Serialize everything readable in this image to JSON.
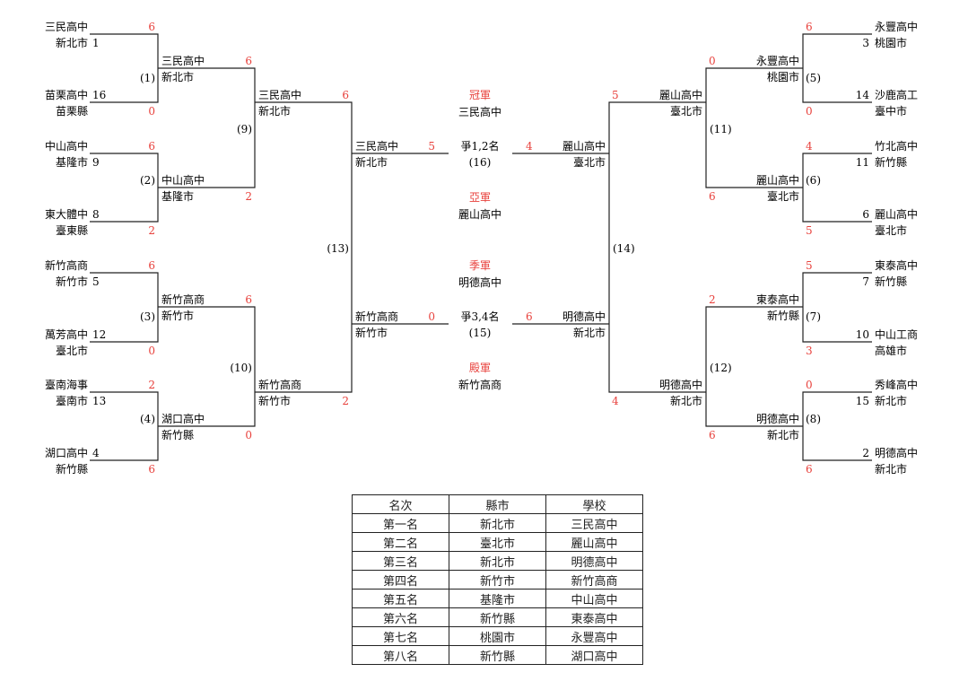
{
  "teams": {
    "l1": {
      "name": "三民高中",
      "city": "新北市",
      "seed": "1"
    },
    "l16": {
      "name": "苗栗高中",
      "city": "苗栗縣",
      "seed": "16"
    },
    "l9": {
      "name": "中山高中",
      "city": "基隆市",
      "seed": "9"
    },
    "l8": {
      "name": "東大體中",
      "city": "臺東縣",
      "seed": "8"
    },
    "l5": {
      "name": "新竹高商",
      "city": "新竹市",
      "seed": "5"
    },
    "l12": {
      "name": "萬芳高中",
      "city": "臺北市",
      "seed": "12"
    },
    "l13": {
      "name": "臺南海事",
      "city": "臺南市",
      "seed": "13"
    },
    "l4": {
      "name": "湖口高中",
      "city": "新竹縣",
      "seed": "4"
    },
    "r3": {
      "name": "永豐高中",
      "city": "桃園市",
      "seed": "3"
    },
    "r14": {
      "name": "沙鹿高工",
      "city": "臺中市",
      "seed": "14"
    },
    "r11": {
      "name": "竹北高中",
      "city": "新竹縣",
      "seed": "11"
    },
    "r6": {
      "name": "麗山高中",
      "city": "臺北市",
      "seed": "6"
    },
    "r7": {
      "name": "東泰高中",
      "city": "新竹縣",
      "seed": "7"
    },
    "r10": {
      "name": "中山工商",
      "city": "高雄市",
      "seed": "10"
    },
    "r15": {
      "name": "秀峰高中",
      "city": "新北市",
      "seed": "15"
    },
    "r2": {
      "name": "明德高中",
      "city": "新北市",
      "seed": "2"
    }
  },
  "scores": {
    "m1": [
      "6",
      "0"
    ],
    "m2": [
      "6",
      "2"
    ],
    "m3": [
      "6",
      "0"
    ],
    "m4": [
      "2",
      "6"
    ],
    "m5": [
      "6",
      "0"
    ],
    "m6": [
      "4",
      "5"
    ],
    "m7": [
      "5",
      "3"
    ],
    "m8": [
      "0",
      "6"
    ],
    "m9": [
      "6",
      "2"
    ],
    "m10": [
      "6",
      "0"
    ],
    "m11": [
      "0",
      "6"
    ],
    "m12": [
      "2",
      "6"
    ],
    "m13": [
      "6",
      "2"
    ],
    "m14": [
      "5",
      "4"
    ],
    "m16": [
      "5",
      "4"
    ],
    "m15": [
      "0",
      "6"
    ]
  },
  "match_labels": {
    "m1": "(1)",
    "m2": "(2)",
    "m3": "(3)",
    "m4": "(4)",
    "m5": "(5)",
    "m6": "(6)",
    "m7": "(7)",
    "m8": "(8)",
    "m9": "(9)",
    "m10": "(10)",
    "m11": "(11)",
    "m12": "(12)",
    "m13": "(13)",
    "m14": "(14)",
    "m15": "(15)",
    "m16": "(16)"
  },
  "finals": {
    "final_title": "爭1,2名",
    "third_title": "爭3,4名"
  },
  "awards": {
    "champion": {
      "title": "冠軍",
      "school": "三民高中"
    },
    "runner_up": {
      "title": "亞軍",
      "school": "麗山高中"
    },
    "third": {
      "title": "季軍",
      "school": "明德高中"
    },
    "fourth": {
      "title": "殿軍",
      "school": "新竹高商"
    }
  },
  "standings": {
    "headers": [
      "名次",
      "縣市",
      "學校"
    ],
    "rows": [
      [
        "第一名",
        "新北市",
        "三民高中"
      ],
      [
        "第二名",
        "臺北市",
        "麗山高中"
      ],
      [
        "第三名",
        "新北市",
        "明德高中"
      ],
      [
        "第四名",
        "新竹市",
        "新竹高商"
      ],
      [
        "第五名",
        "基隆市",
        "中山高中"
      ],
      [
        "第六名",
        "新竹縣",
        "東泰高中"
      ],
      [
        "第七名",
        "桃園市",
        "永豐高中"
      ],
      [
        "第八名",
        "新竹縣",
        "湖口高中"
      ]
    ]
  },
  "colors": {
    "line": "#222222",
    "score": "#e8413c",
    "award": "#e8413c",
    "text": "#222222"
  }
}
